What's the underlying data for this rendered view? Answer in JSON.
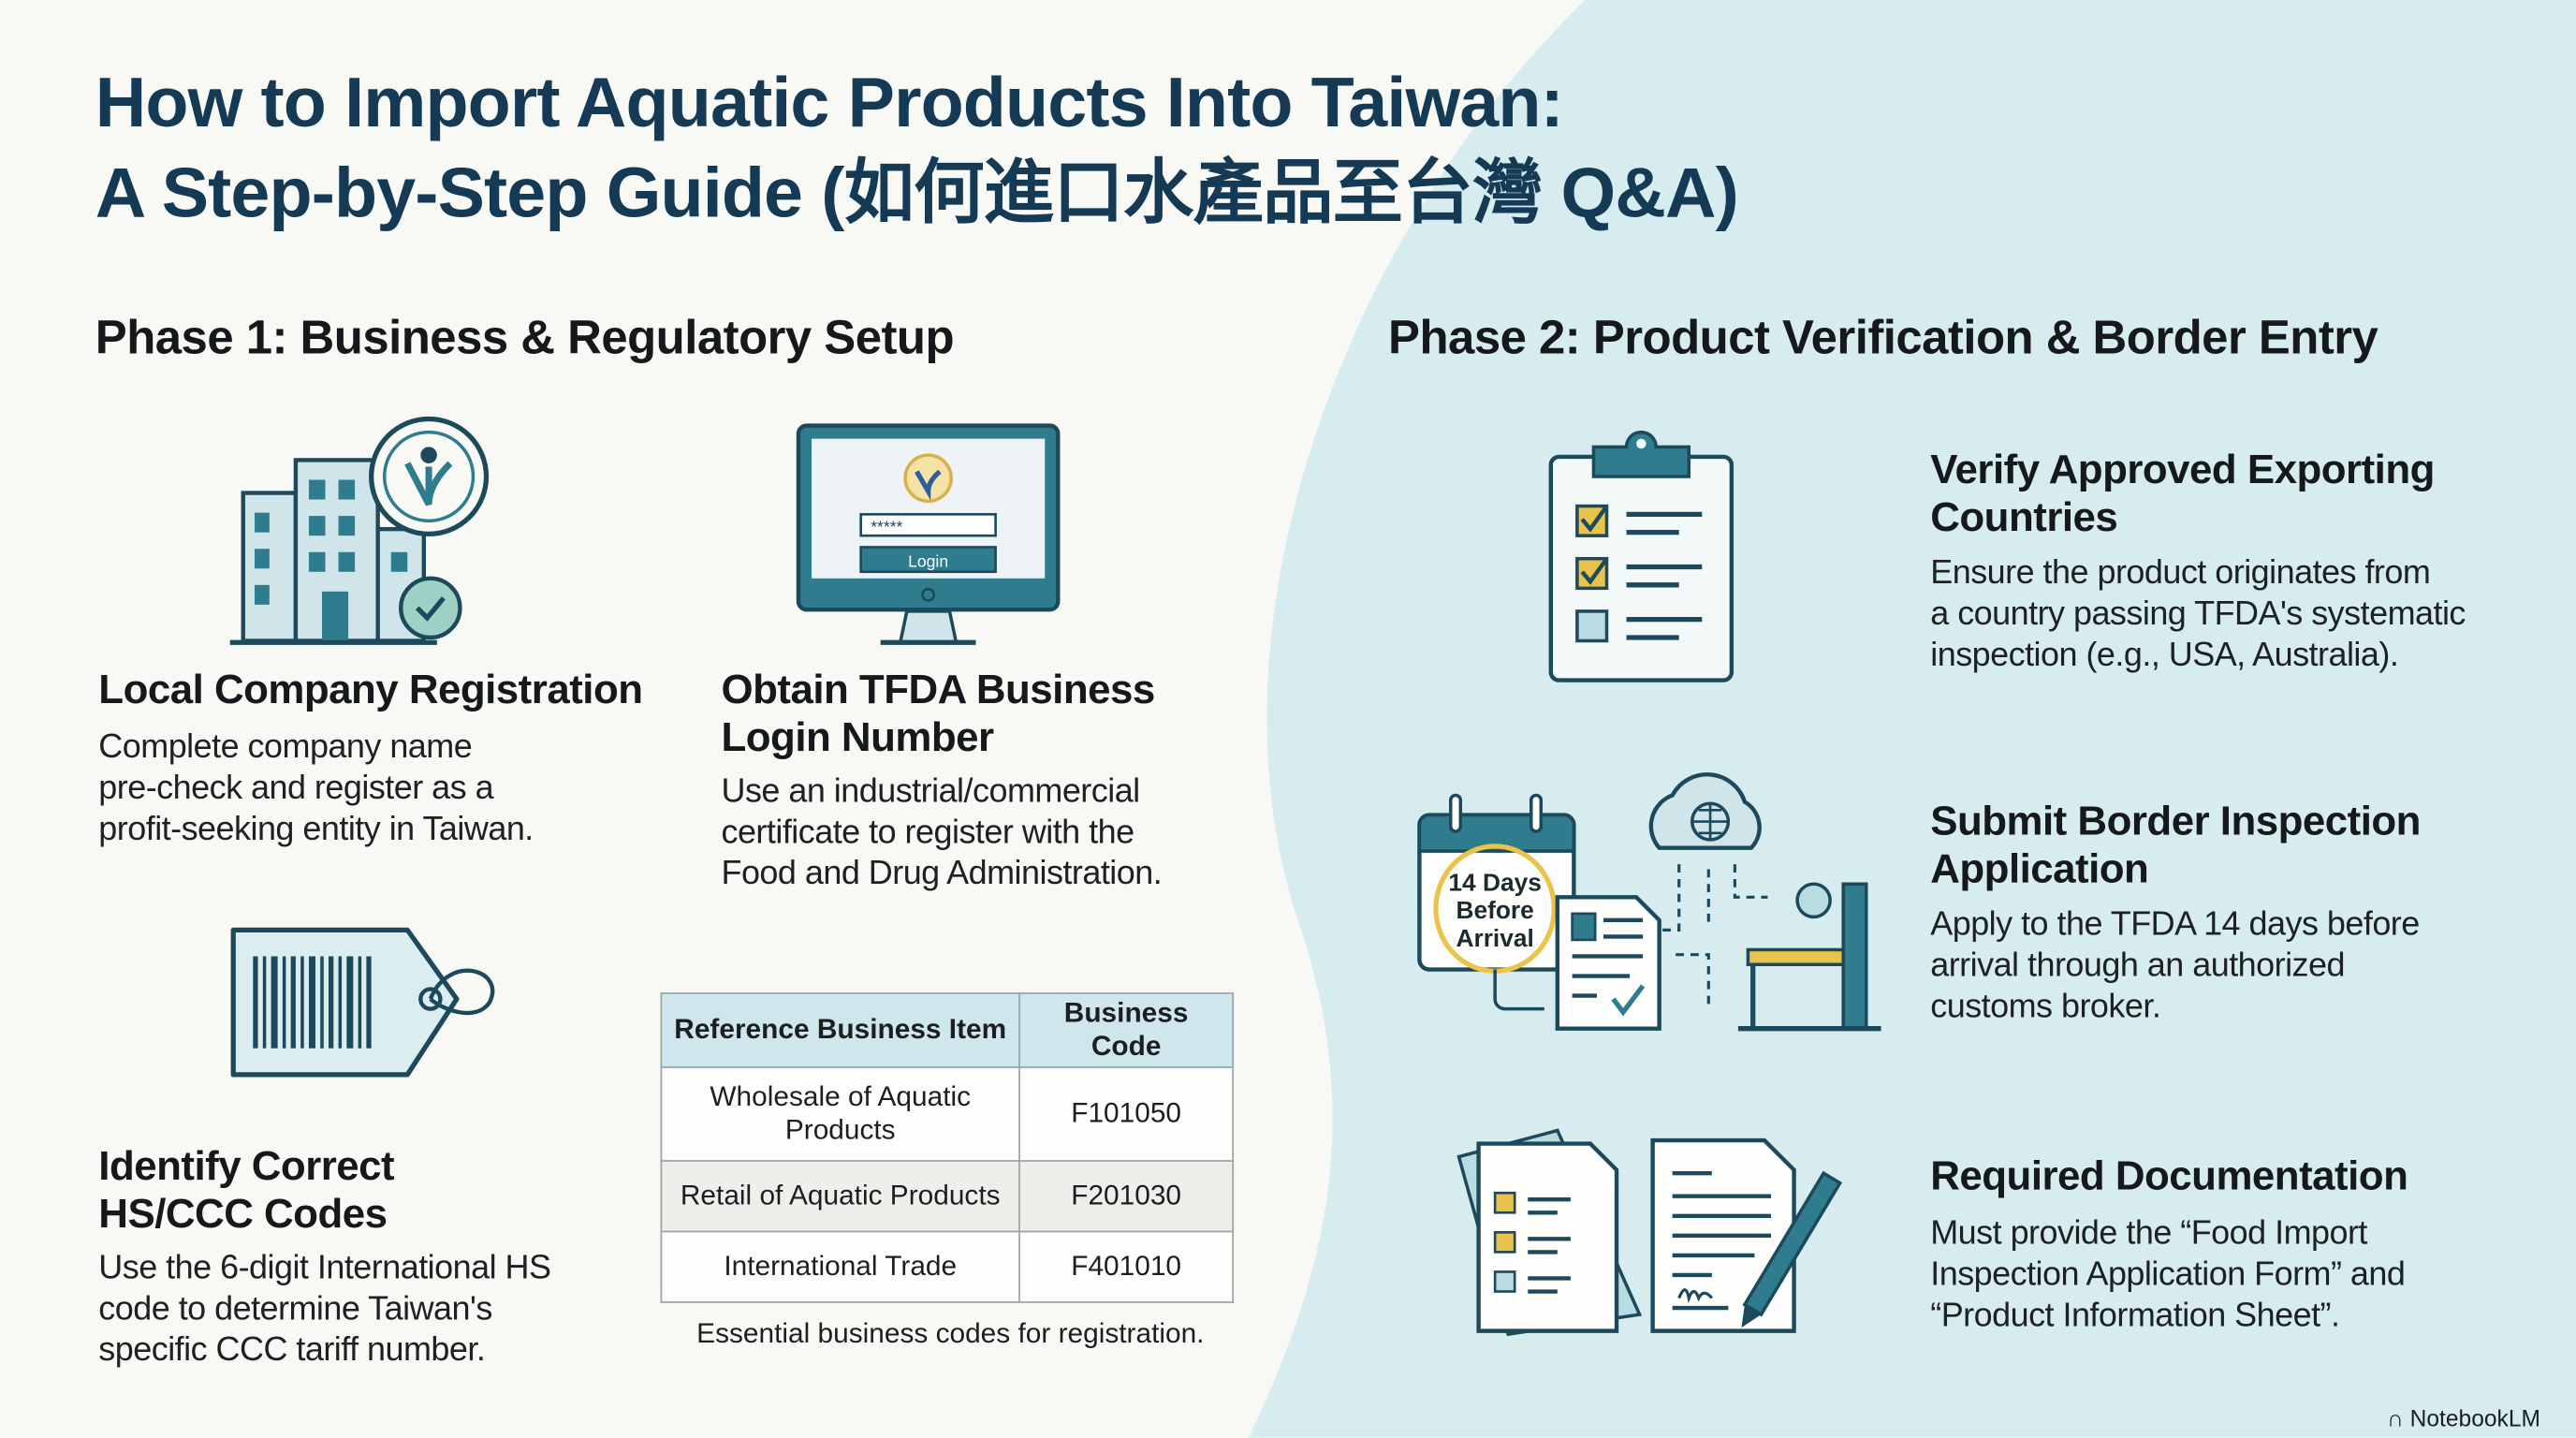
{
  "title": {
    "line1": "How to Import Aquatic Products Into Taiwan:",
    "line2": "A Step-by-Step Guide (如何進口水產品至台灣 Q&A)"
  },
  "phase1": {
    "heading": "Phase 1: Business & Regulatory Setup",
    "steps": [
      {
        "icon": "building-with-seal-icon",
        "title": "Local Company Registration",
        "desc": [
          "Complete company name",
          "pre-check and register as a",
          "profit-seeking entity in Taiwan."
        ]
      },
      {
        "icon": "monitor-login-icon",
        "title": [
          "Obtain TFDA Business",
          "Login Number"
        ],
        "desc": [
          "Use an industrial/commercial",
          "certificate to register with the",
          "Food and Drug Administration."
        ],
        "login_button": "Login",
        "password_mask": "*****"
      },
      {
        "icon": "barcode-tag-icon",
        "title": [
          "Identify Correct",
          "HS/CCC Codes"
        ],
        "desc": [
          "Use the 6-digit International HS",
          "code to determine Taiwan's",
          "specific CCC tariff number."
        ]
      }
    ],
    "table": {
      "headers": [
        "Reference Business Item",
        "Business Code"
      ],
      "rows": [
        [
          "Wholesale of Aquatic Products",
          "F101050"
        ],
        [
          "Retail of Aquatic Products",
          "F201030"
        ],
        [
          "International Trade",
          "F401010"
        ]
      ],
      "caption": "Essential business codes for registration."
    }
  },
  "phase2": {
    "heading": "Phase 2: Product Verification & Border Entry",
    "steps": [
      {
        "icon": "checklist-clipboard-icon",
        "title": [
          "Verify Approved Exporting",
          "Countries"
        ],
        "desc": [
          "Ensure the product originates from",
          "a country passing TFDA's systematic",
          "inspection (e.g., USA, Australia)."
        ]
      },
      {
        "icon": "calendar-cloud-gate-icon",
        "title": [
          "Submit Border Inspection",
          "Application"
        ],
        "desc": [
          "Apply to the TFDA 14 days before",
          "arrival through an authorized",
          "customs broker."
        ],
        "calendar_label": [
          "14 Days",
          "Before",
          "Arrival"
        ]
      },
      {
        "icon": "documents-pen-icon",
        "title": "Required Documentation",
        "desc": [
          "Must provide the “Food Import",
          "Inspection Application Form” and",
          "“Product Information Sheet”."
        ]
      }
    ]
  },
  "brand": "NotebookLM",
  "colors": {
    "title": "#143a55",
    "teal": "#2f7c8e",
    "light_blue_bg": "#d7ecef",
    "accent_yellow": "#e9c34b",
    "paper": "#f8f8f4"
  }
}
